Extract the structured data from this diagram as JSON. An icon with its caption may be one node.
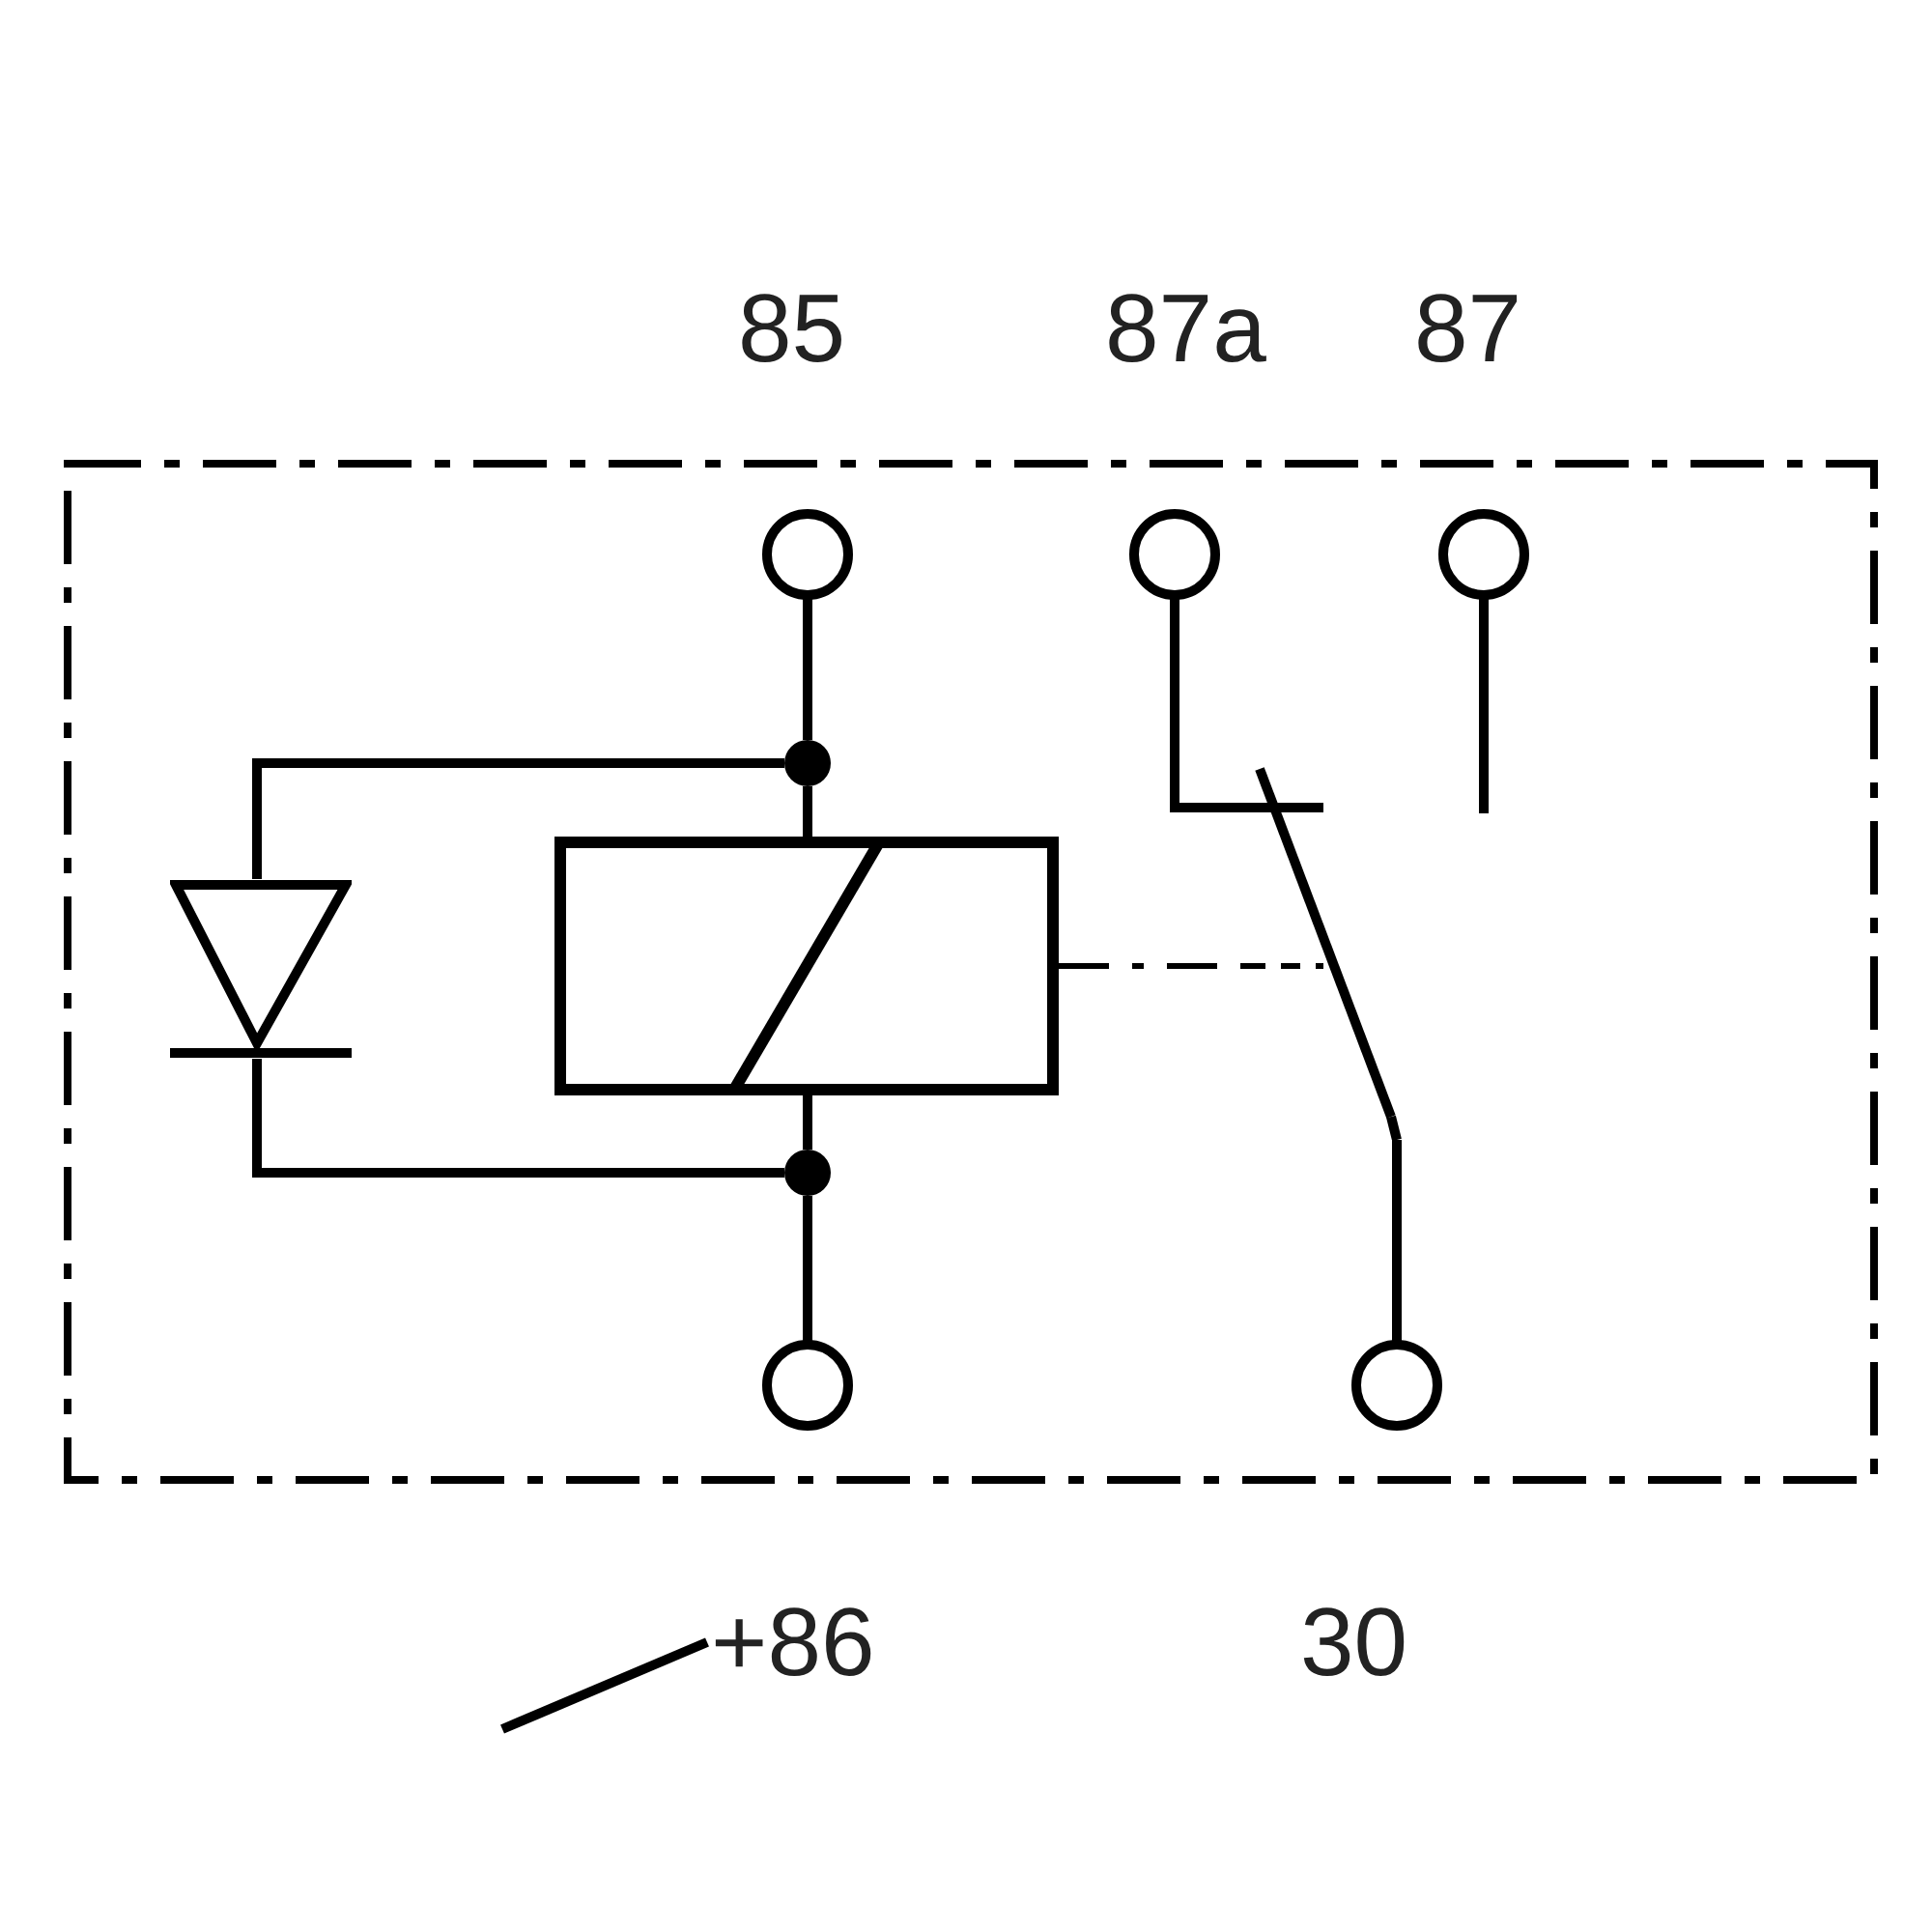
{
  "diagram": {
    "nodes": [
      {
        "text": [
          "85"
        ]
      },
      {
        "text": [
          "87a"
        ]
      },
      {
        "text": [
          "87"
        ]
      },
      {
        "text": [
          "+86"
        ]
      },
      {
        "text": [
          "30"
        ]
      },
      {
        "text": [],
        "shape": "box"
      },
      {
        "text": [],
        "shape": "diode"
      },
      {
        "text": [],
        "shape": "circle"
      },
      {
        "text": [],
        "shape": "circle"
      },
      {
        "text": [],
        "shape": "switch"
      }
    ],
    "edges": [
      {
        "from": 0,
        "to": 7,
        "arrow": "none"
      },
      {
        "from": 7,
        "to": 5,
        "arrow": "none"
      },
      {
        "from": 5,
        "to": 8,
        "arrow": "none"
      },
      {
        "from": 8,
        "to": 3,
        "arrow": "none"
      },
      {
        "from": 7,
        "to": 6,
        "arrow": "none"
      },
      {
        "from": 6,
        "to": 8,
        "arrow": "none"
      },
      {
        "from": 1,
        "to": 9,
        "arrow": "none"
      },
      {
        "from": 4,
        "to": 9,
        "arrow": "none"
      },
      {
        "from": 5,
        "to": 9,
        "arrow": "none",
        "style": "dashed"
      },
      {
        "from": 3,
        "to": null,
        "arrow": "none"
      }
    ]
  }
}
